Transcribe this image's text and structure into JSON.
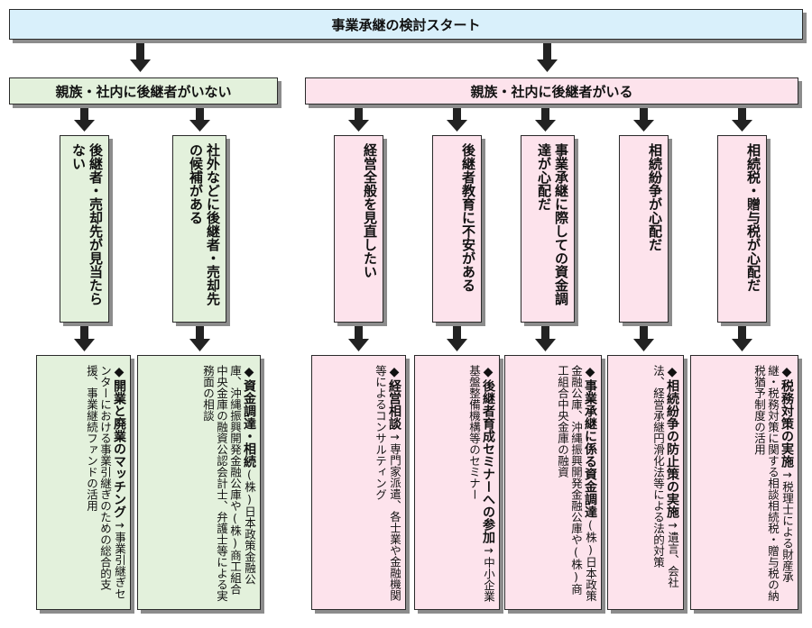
{
  "top": {
    "label": "事業承継の検討スタート"
  },
  "branches": [
    {
      "label": "親族・社内に後継者がいない",
      "items": [
        {
          "issue": "後継者・売却先が見当たらない",
          "title": "◆開業と廃業のマッチング",
          "body": "→事業引継ぎセンターにおける事業引継ぎのための総合的支援、事業継続ファンドの活用"
        },
        {
          "issue": "社外などに後継者・売却先の候補がある",
          "title": "◆資金調達・相続",
          "body": "(株)日本政策金融公庫、沖縄振興開発金融公庫や(株)商工組合中央金庫の融資公認会計士、弁護士等による実務面の相談"
        }
      ]
    },
    {
      "label": "親族・社内に後継者がいる",
      "items": [
        {
          "issue": "経営全般を見直したい",
          "title": "◆経営相談",
          "body": "→専門家派遣、各士業や金融機関等によるコンサルティング"
        },
        {
          "issue": "後継者教育に不安がある",
          "title": "◆後継者育成セミナーへの参加",
          "body": "→中小企業基盤整備機構等のセミナー"
        },
        {
          "issue": "事業承継に際しての資金調達が心配だ",
          "title": "◆事業承継に係る資金調達",
          "body": "(株)日本政策金融公庫、沖縄振興開発金融公庫や(株)商工組合中央金庫の融資"
        },
        {
          "issue": "相続紛争が心配だ",
          "title": "◆相続紛争の防止策の実施",
          "body": "→遺言、会社法、経営承継円滑化法等による法的対策"
        },
        {
          "issue": "相続税・贈与税が心配だ",
          "title": "◆税務対策の実施",
          "body": "→税理士による財産承継・税務対策に関する相談相続税・贈与税の納税猶予制度の活用"
        }
      ]
    }
  ]
}
